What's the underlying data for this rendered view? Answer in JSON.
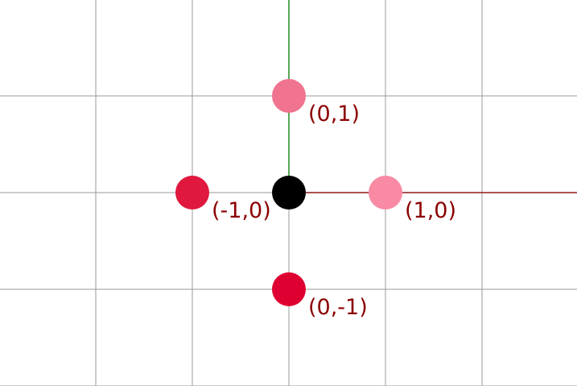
{
  "chart_data": {
    "type": "scatter",
    "grid": true,
    "xlim": [
      -3,
      3
    ],
    "ylim": [
      -2,
      2
    ],
    "x_axis_color": "#8b1a1a",
    "y_axis_color": "#228b22",
    "grid_color": "#9a9a9a",
    "label_color": "#8b0000",
    "points": [
      {
        "x": 0,
        "y": 1,
        "label": "(0,1)",
        "color": "#f07390"
      },
      {
        "x": -1,
        "y": 0,
        "label": "(-1,0)",
        "color": "#e0183f"
      },
      {
        "x": 0,
        "y": 0,
        "label": "",
        "color": "#000000"
      },
      {
        "x": 1,
        "y": 0,
        "label": "(1,0)",
        "color": "#f88aa3"
      },
      {
        "x": 0,
        "y": -1,
        "label": "(0,-1)",
        "color": "#de0030"
      }
    ]
  }
}
